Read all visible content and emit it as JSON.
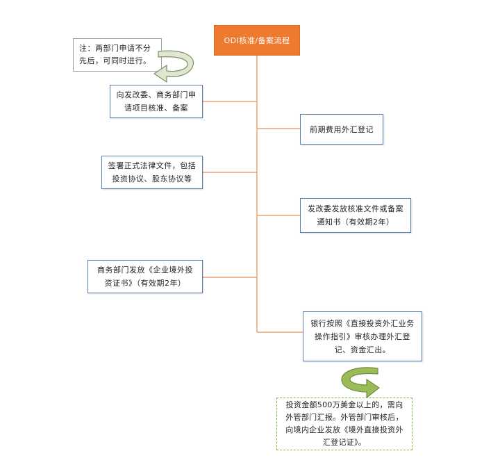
{
  "title": "ODI核准/备案流程",
  "note": [
    "注：两部门申请不分",
    "先后，可同时进行。"
  ],
  "steps": {
    "step_ndrc_mofcom_apply": [
      "向发改委、商务部门申",
      "请项目核准、备案"
    ],
    "step_fx_registration": [
      "前期费用外汇登记"
    ],
    "step_sign_docs": [
      "签署正式法律文件，包括",
      "投资协议、股东协议等"
    ],
    "step_ndrc_notice": [
      "发改委发放核准文件或备案",
      "通知书（有效期2年）"
    ],
    "step_mofcom_certificate": [
      "商务部门发放《企业境外投",
      "资证书》（有效期2年）"
    ],
    "step_bank_review": [
      "银行按照《直接投资外汇业务",
      "操作指引》审核办理外汇登",
      "记、资金汇出。"
    ],
    "step_final_report": [
      "投资金额500万美金以上的，需向",
      "外管部门汇报。外管部门审核后，",
      "向境内企业发放《境外直接投资外",
      "汇登记证》。"
    ]
  },
  "colors": {
    "title_fill": "#ee7a2f",
    "box_border": "#5a7fae",
    "connector": "#e8a376",
    "final_border": "#7ab648",
    "arrow_fill": "#9bbb59"
  }
}
